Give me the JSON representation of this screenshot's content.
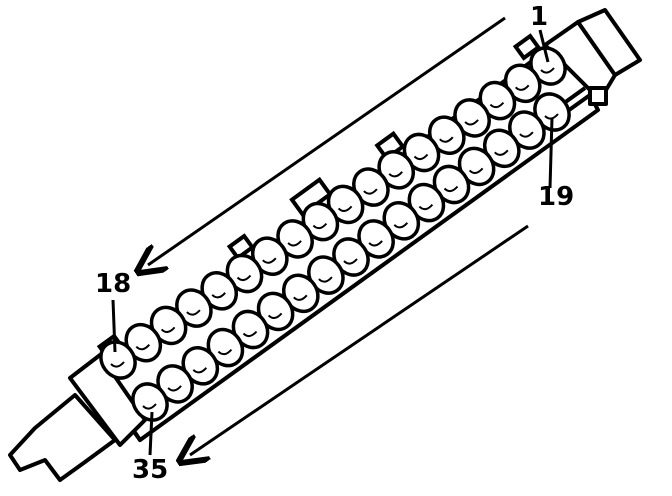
{
  "diagram": {
    "labels": {
      "top_right_first": "1",
      "right_second_row": "19",
      "left_first_row_end": "18",
      "bottom_second_row_end": "35"
    },
    "colors": {
      "ink": "#000000",
      "paper": "#ffffff"
    },
    "rows": [
      {
        "name": "first-row",
        "count": 18
      },
      {
        "name": "second-row",
        "count": 17
      }
    ]
  }
}
